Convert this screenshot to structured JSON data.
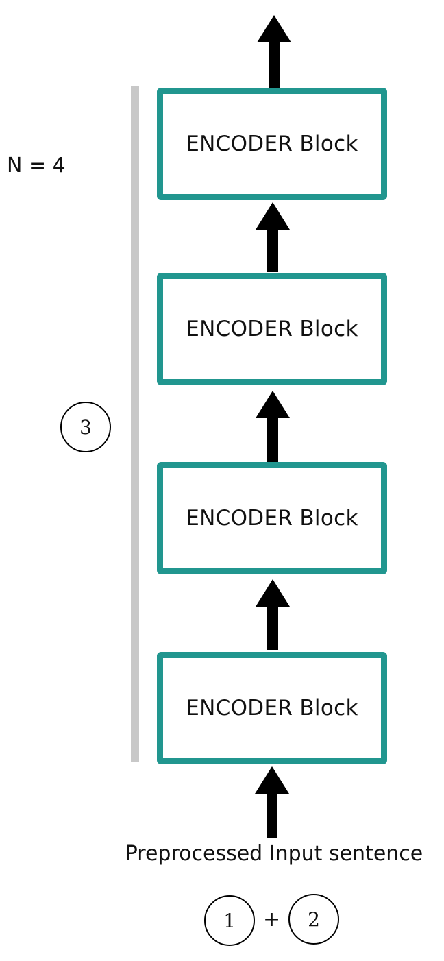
{
  "diagram": {
    "repeat_label": "N = 4",
    "stack_marker": "3",
    "blocks": [
      {
        "label": "ENCODER Block"
      },
      {
        "label": "ENCODER Block"
      },
      {
        "label": "ENCODER Block"
      },
      {
        "label": "ENCODER Block"
      }
    ],
    "input_label": "Preprocessed Input sentence",
    "input_markers": [
      "1",
      "2"
    ],
    "input_operator": "+",
    "colors": {
      "block_border": "#21968f",
      "side_bar": "#c8c8c8",
      "arrow": "#000000"
    }
  }
}
